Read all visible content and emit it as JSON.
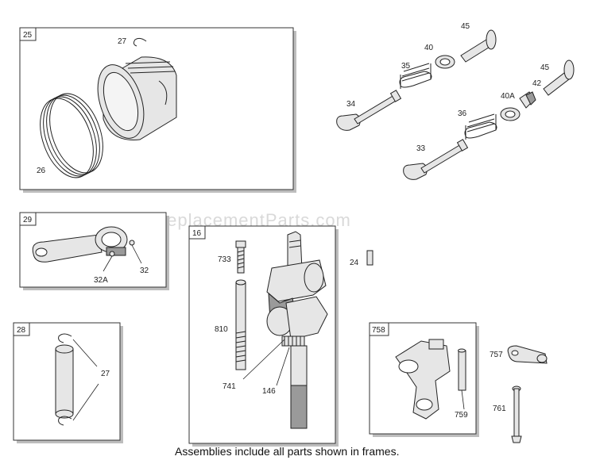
{
  "watermark": "eReplacementParts.com",
  "caption": "Assemblies include all parts shown in frames.",
  "frames": {
    "piston": "25",
    "connecting_rod": "29",
    "crankshaft": "16",
    "piston_pin": "28",
    "governor": "758"
  },
  "labels": {
    "p27_top": "27",
    "p26": "26",
    "p32a": "32A",
    "p32": "32",
    "p733": "733",
    "p810": "810",
    "p741": "741",
    "p146": "146",
    "p24": "24",
    "p27_pin": "27",
    "p757": "757",
    "p759": "759",
    "p761": "761",
    "p45_a": "45",
    "p40": "40",
    "p35": "35",
    "p34": "34",
    "p45_b": "45",
    "p42": "42",
    "p40a": "40A",
    "p36": "36",
    "p33": "33"
  }
}
